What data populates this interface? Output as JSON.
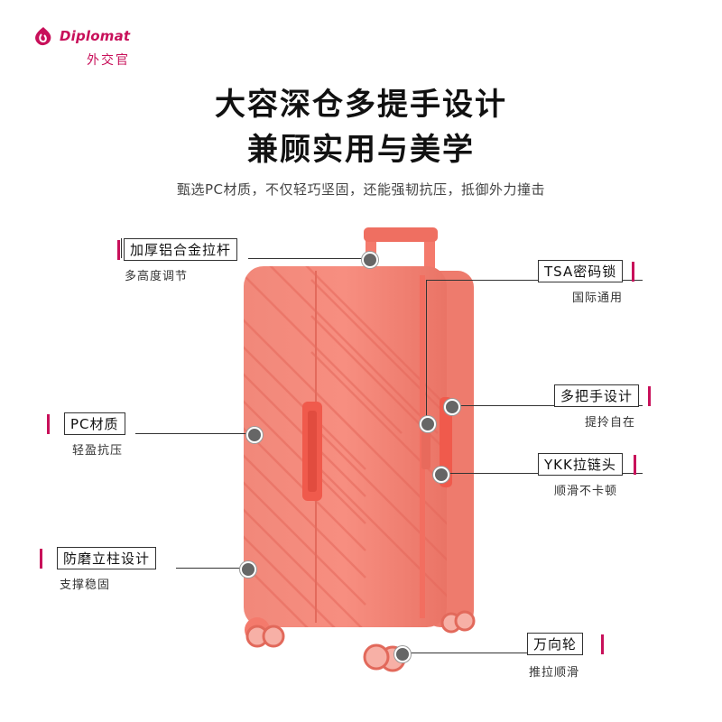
{
  "brand": {
    "name_en": "Diplomat",
    "name_cn": "外交官",
    "color": "#c8105a"
  },
  "headline": {
    "line1": "大容深仓多提手设计",
    "line2": "兼顾实用与美学"
  },
  "subtitle": "甄选PC材质，不仅轻巧坚固，还能强韧抗压，抵御外力撞击",
  "product_color": "#f47a6c",
  "features": [
    {
      "title": "加厚铝合金拉杆",
      "desc": "多高度调节"
    },
    {
      "title": "TSA密码锁",
      "desc": "国际通用"
    },
    {
      "title": "多把手设计",
      "desc": "提拎自在"
    },
    {
      "title": "PC材质",
      "desc": "轻盈抗压"
    },
    {
      "title": "YKK拉链头",
      "desc": "顺滑不卡顿"
    },
    {
      "title": "防磨立柱设计",
      "desc": "支撑稳固"
    },
    {
      "title": "万向轮",
      "desc": "推拉顺滑"
    }
  ]
}
